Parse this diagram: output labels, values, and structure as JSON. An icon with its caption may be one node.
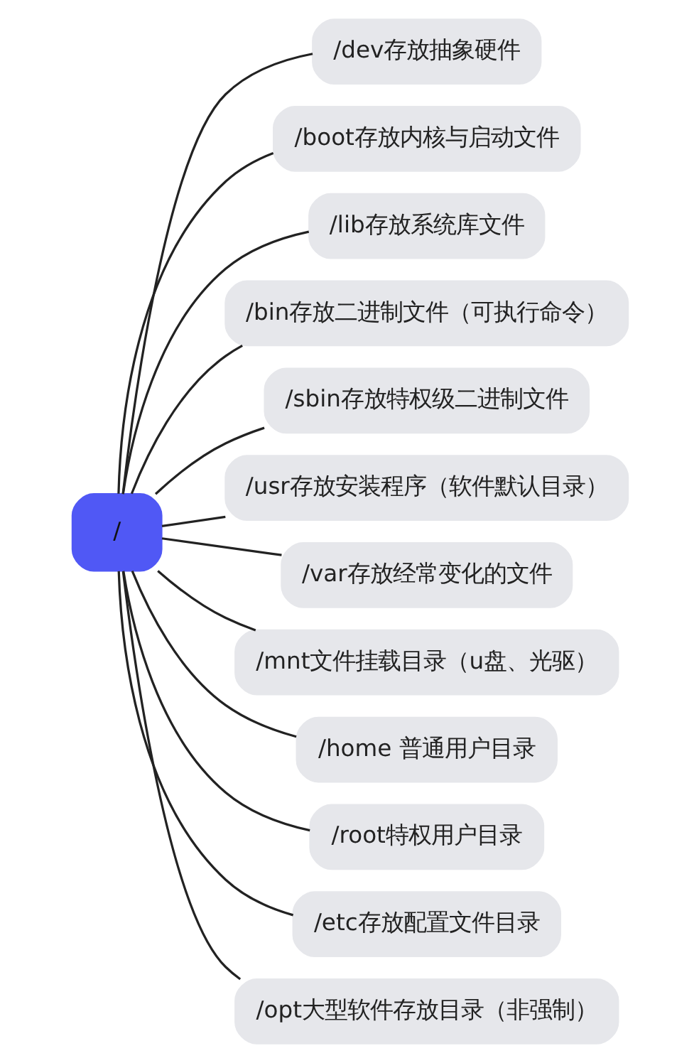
{
  "diagram": {
    "nodes": [
      {
        "text": [
          "/"
        ]
      },
      {
        "text": [
          "/dev存放抽象硬件"
        ]
      },
      {
        "text": [
          "/boot存放内核与启动文件"
        ]
      },
      {
        "text": [
          "/lib存放系统库文件"
        ]
      },
      {
        "text": [
          "/bin存放二进制文件（可执行命令）"
        ]
      },
      {
        "text": [
          "/sbin存放特权级二进制文件"
        ]
      },
      {
        "text": [
          "/usr存放安装程序（软件默认目录）"
        ]
      },
      {
        "text": [
          "/var存放经常变化的文件"
        ]
      },
      {
        "text": [
          "/mnt文件挂载目录（u盘、光驱）"
        ]
      },
      {
        "text": [
          "/home 普通用户目录"
        ]
      },
      {
        "text": [
          "/root特权用户目录"
        ]
      },
      {
        "text": [
          "/etc存放配置文件目录"
        ]
      },
      {
        "text": [
          "/opt大型软件存放目录（非强制）"
        ]
      }
    ],
    "edges": [
      {
        "from": 0,
        "to": 1,
        "arrow": "none"
      },
      {
        "from": 0,
        "to": 2,
        "arrow": "none"
      },
      {
        "from": 0,
        "to": 3,
        "arrow": "none"
      },
      {
        "from": 0,
        "to": 4,
        "arrow": "none"
      },
      {
        "from": 0,
        "to": 5,
        "arrow": "none"
      },
      {
        "from": 0,
        "to": 6,
        "arrow": "none"
      },
      {
        "from": 0,
        "to": 7,
        "arrow": "none"
      },
      {
        "from": 0,
        "to": 8,
        "arrow": "none"
      },
      {
        "from": 0,
        "to": 9,
        "arrow": "none"
      },
      {
        "from": 0,
        "to": 10,
        "arrow": "none"
      },
      {
        "from": 0,
        "to": 11,
        "arrow": "none"
      },
      {
        "from": 0,
        "to": 12,
        "arrow": "none"
      }
    ]
  }
}
